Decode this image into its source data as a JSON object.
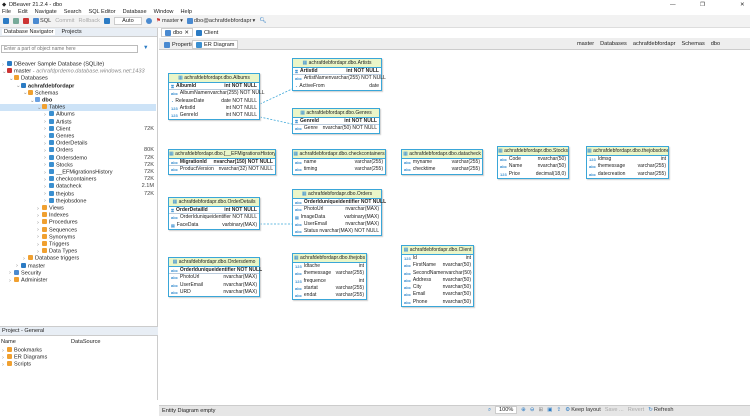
{
  "window": {
    "title": "DBeaver 21.2.4 - dbo"
  },
  "menu": [
    "File",
    "Edit",
    "Navigate",
    "Search",
    "SQL Editor",
    "Database",
    "Window",
    "Help"
  ],
  "toolbar": {
    "sql": "SQL",
    "commit": "Commit",
    "rollback": "Rollback",
    "mode": "Auto",
    "datasource": "master",
    "schema": "dbo@achrafdebfordapr"
  },
  "navigator": {
    "tab": "Database Navigator",
    "tab2": "Projects",
    "filter_placeholder": "Enter a part of object name here",
    "items": [
      {
        "label": "DBeaver Sample Database (SQLite)",
        "level": 0,
        "icon": "database-icon"
      },
      {
        "label": "master",
        "extra": " - achrafdprdemo.database.windows.net:1433",
        "level": 0,
        "open": true,
        "icon": "server-icon"
      },
      {
        "label": "Databases",
        "level": 1,
        "open": true,
        "icon": "folder-icon"
      },
      {
        "label": "achrafdebfordapr",
        "level": 2,
        "open": true,
        "bold": true,
        "icon": "database-icon"
      },
      {
        "label": "Schemas",
        "level": 3,
        "open": true,
        "icon": "folder-icon"
      },
      {
        "label": "dbo",
        "level": 4,
        "open": true,
        "bold": true,
        "icon": "schema-icon"
      },
      {
        "label": "Tables",
        "level": 5,
        "open": true,
        "selected": true,
        "icon": "folder-icon"
      },
      {
        "label": "Albums",
        "level": 6,
        "icon": "table-icon"
      },
      {
        "label": "Artists",
        "level": 6,
        "icon": "table-icon"
      },
      {
        "label": "Client",
        "level": 6,
        "size": "72K",
        "icon": "table-icon"
      },
      {
        "label": "Genres",
        "level": 6,
        "icon": "table-icon"
      },
      {
        "label": "OrderDetails",
        "level": 6,
        "icon": "table-icon"
      },
      {
        "label": "Orders",
        "level": 6,
        "size": "80K",
        "icon": "table-icon"
      },
      {
        "label": "Ordersdemo",
        "level": 6,
        "size": "72K",
        "icon": "table-icon"
      },
      {
        "label": "Stocks",
        "level": 6,
        "size": "72K",
        "icon": "table-icon"
      },
      {
        "label": "__EFMigrationsHistory",
        "level": 6,
        "size": "72K",
        "icon": "table-icon"
      },
      {
        "label": "checkcontainers",
        "level": 6,
        "size": "72K",
        "icon": "table-icon"
      },
      {
        "label": "datacheck",
        "level": 6,
        "size": "2.1M",
        "icon": "table-icon"
      },
      {
        "label": "thejobs",
        "level": 6,
        "size": "72K",
        "icon": "table-icon"
      },
      {
        "label": "thejobsdone",
        "level": 6,
        "icon": "table-icon"
      },
      {
        "label": "Views",
        "level": 5,
        "icon": "folder-icon"
      },
      {
        "label": "Indexes",
        "level": 5,
        "icon": "folder-icon"
      },
      {
        "label": "Procedures",
        "level": 5,
        "icon": "folder-icon"
      },
      {
        "label": "Sequences",
        "level": 5,
        "icon": "folder-icon"
      },
      {
        "label": "Synonyms",
        "level": 5,
        "icon": "folder-icon"
      },
      {
        "label": "Triggers",
        "level": 5,
        "icon": "folder-icon"
      },
      {
        "label": "Data Types",
        "level": 5,
        "icon": "folder-icon"
      },
      {
        "label": "Database triggers",
        "level": 3,
        "icon": "folder-icon"
      },
      {
        "label": "master",
        "level": 2,
        "icon": "database-icon"
      },
      {
        "label": "Security",
        "level": 1,
        "icon": "security-icon"
      },
      {
        "label": "Administer",
        "level": 1,
        "icon": "folder-icon"
      }
    ]
  },
  "project": {
    "tab": "Project - General",
    "col_name": "Name",
    "col_ds": "DataSource",
    "items": [
      "Bookmarks",
      "ER Diagrams",
      "Scripts"
    ]
  },
  "editor": {
    "tabs": [
      "dbo",
      "Client"
    ],
    "subtabs": [
      "Properties",
      "ER Diagram"
    ],
    "breadcrumb": [
      "master",
      "Databases",
      "achrafdebfordapr",
      "Schemas",
      "dbo"
    ]
  },
  "entities": [
    {
      "title": "achrafdebfordapr.dbo.Albums",
      "cols": [
        [
          "AlbumId",
          "int NOT NULL",
          "key"
        ],
        [
          "AlbumName",
          "nvarchar(255) NOT NULL",
          "abc"
        ],
        [
          "ReleaseDate",
          "date NOT NULL",
          "date"
        ],
        [
          "ArtistId",
          "int NOT NULL",
          "123"
        ],
        [
          "GenreId",
          "int NOT NULL",
          "123"
        ]
      ]
    },
    {
      "title": "achrafdebfordapr.dbo.Artists",
      "cols": [
        [
          "ArtistId",
          "int NOT NULL",
          "key"
        ],
        [
          "ArtistName",
          "nvarchar(255) NOT NULL",
          "abc"
        ],
        [
          "ActiveFrom",
          "date",
          "date"
        ]
      ]
    },
    {
      "title": "achrafdebfordapr.dbo.Genres",
      "cols": [
        [
          "GenreId",
          "int NOT NULL",
          "key"
        ],
        [
          "Genre",
          "nvarchar(50) NOT NULL",
          "abc"
        ]
      ]
    },
    {
      "title": "achrafdebfordapr.dbo.[__EFMigrationsHistory]",
      "cols": [
        [
          "MigrationId",
          "nvarchar(150) NOT NULL",
          "abc"
        ],
        [
          "ProductVersion",
          "nvarchar(32) NOT NULL",
          "abc"
        ]
      ]
    },
    {
      "title": "achrafdebfordapr.dbo.checkcontainers",
      "cols": [
        [
          "name",
          "varchar(255)",
          "abc"
        ],
        [
          "timing",
          "varchar(255)",
          "abc"
        ]
      ]
    },
    {
      "title": "achrafdebfordapr.dbo.datacheck",
      "cols": [
        [
          "myname",
          "varchar(255)",
          "abc"
        ],
        [
          "checktime",
          "varchar(255)",
          "abc"
        ]
      ]
    },
    {
      "title": "achrafdebfordapr.dbo.Stocks",
      "cols": [
        [
          "Code",
          "nvarchar(50)",
          "abc"
        ],
        [
          "Name",
          "nvarchar(50)",
          "abc"
        ],
        [
          "Price",
          "decimal(18,0)",
          "123"
        ]
      ]
    },
    {
      "title": "achrafdebfordapr.dbo.thejobsdone",
      "cols": [
        [
          "Idmsg",
          "int",
          "123"
        ],
        [
          "themessage",
          "varchar(255)",
          "abc"
        ],
        [
          "datecreation",
          "varchar(255)",
          "abc"
        ]
      ]
    },
    {
      "title": "achrafdebfordapr.dbo.OrderDetails",
      "cols": [
        [
          "OrderDetailId",
          "int NOT NULL",
          "key"
        ],
        [
          "OrderId",
          "uniqueidentifier NOT NULL",
          "abc"
        ],
        [
          "FaceData",
          "varbinary(MAX)",
          "bin"
        ]
      ]
    },
    {
      "title": "achrafdebfordapr.dbo.Orders",
      "cols": [
        [
          "OrderId",
          "uniqueidentifier NOT NULL",
          "abc"
        ],
        [
          "PhotoUrl",
          "nvarchar(MAX)",
          "abc"
        ],
        [
          "ImageData",
          "varbinary(MAX)",
          "bin"
        ],
        [
          "UserEmail",
          "nvarchar(MAX)",
          "abc"
        ],
        [
          "Status",
          "nvarchar(MAX) NOT NULL",
          "abc"
        ]
      ]
    },
    {
      "title": "achrafdebfordapr.dbo.Ordersdemo",
      "cols": [
        [
          "OrderId",
          "uniqueidentifier NOT NULL",
          "abc"
        ],
        [
          "PhotoUrl",
          "nvarchar(MAX)",
          "abc"
        ],
        [
          "UserEmail",
          "nvarchar(MAX)",
          "abc"
        ],
        [
          "URD",
          "nvarchar(MAX)",
          "abc"
        ]
      ]
    },
    {
      "title": "achrafdebfordapr.dbo.thejobs",
      "cols": [
        [
          "Idtache",
          "int",
          "123"
        ],
        [
          "themessage",
          "varchar(255)",
          "abc"
        ],
        [
          "frequence",
          "int",
          "123"
        ],
        [
          "startat",
          "varchar(255)",
          "abc"
        ],
        [
          "endat",
          "varchar(255)",
          "abc"
        ]
      ]
    },
    {
      "title": "achrafdebfordapr.dbo.Client",
      "cols": [
        [
          "Id",
          "int",
          "123"
        ],
        [
          "FirstName",
          "nvarchar(50)",
          "abc"
        ],
        [
          "SecondName",
          "nvarchar(50)",
          "abc"
        ],
        [
          "Address",
          "nvarchar(50)",
          "abc"
        ],
        [
          "City",
          "nvarchar(50)",
          "abc"
        ],
        [
          "Email",
          "nvarchar(50)",
          "abc"
        ],
        [
          "Phone",
          "nvarchar(50)",
          "abc"
        ]
      ]
    }
  ],
  "statusbar": {
    "text": "Entity Diagram  empty",
    "zoom": "100%",
    "keep_layout": "Keep layout",
    "save": "Save ...",
    "revert": "Revert",
    "refresh": "Refresh"
  },
  "colors": {
    "entity_border": "#3aa6d8",
    "entity_header": "#eaf6c8",
    "selection": "#cde3f7"
  }
}
